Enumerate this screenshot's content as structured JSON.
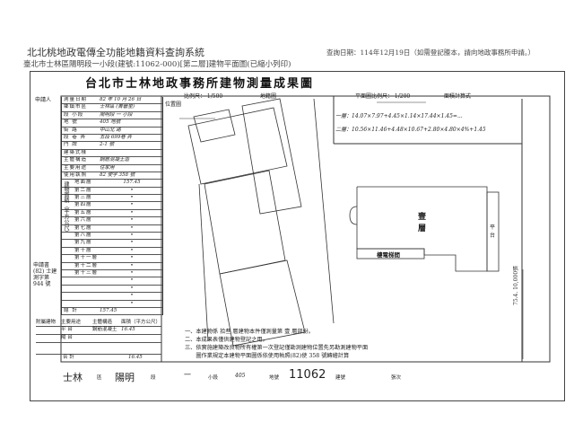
{
  "header": {
    "system_title": "北北桃地政電傳全功能地籍資料查詢系統",
    "subtitle": "臺北市士林區陽明段一小段(建號:11062-000)[第二層]建物平面圖(已縮小列印)",
    "query_date": "查詢日期：114年12月19日（如需登記謄本，請向地政事務所申請。）"
  },
  "document": {
    "title": "台北市士林地政事務所建物測量成果圖",
    "applicant_label": "申請人",
    "location_map_label": "位置圖",
    "location_scale": "比例尺： 1/500",
    "parcel_map_label": "地籍圖",
    "floor_plan_scale": "平面圖比例尺： 1/200",
    "area_calc_label": "面積計算式",
    "formula_1": "一層：14.07×7.97+4.45×1.14×17.44×1.45=...",
    "formula_2": "二層：10.56×11.46+4.48×10.67+2.80×4.80×4%+1.45",
    "table": [
      {
        "k": "測量日期",
        "v": "82 年 10 月 26 日"
      },
      {
        "k": "鄉鎮市區",
        "v": "士林區 (菁礐里)"
      },
      {
        "k": "段 小段",
        "v": "陽明段 一 小段"
      },
      {
        "k": "地 號",
        "v": "405 地號"
      },
      {
        "k": "街 路",
        "v": "中山北 路"
      },
      {
        "k": "段 巷 弄",
        "v": "五段 699巷 弄"
      },
      {
        "k": "門 牌",
        "v": "2-1 號"
      },
      {
        "k": "建築式樣",
        "v": ""
      },
      {
        "k": "主體構造",
        "v": "鋼筋混凝土造"
      },
      {
        "k": "主要用途",
        "v": "住家用"
      },
      {
        "k": "使用執照",
        "v": "82 使字 358 號"
      }
    ],
    "floors": [
      "地面層",
      "第二層",
      "第三層",
      "第四層",
      "第五層",
      "第六層",
      "第七層",
      "第八層",
      "第九層",
      "第十層",
      "第十一層",
      "第十二層",
      "第十三層",
      "",
      "",
      "",
      ""
    ],
    "floor_values": [
      "157.45",
      "•",
      "•",
      "•",
      "•",
      "•",
      "•",
      "•",
      "•",
      "•",
      "•",
      "•",
      "•",
      "•",
      "•",
      "•",
      "•"
    ],
    "area_unit_label": "建物面積（平方公尺）",
    "total_label": "總 計",
    "total_value": "157.45",
    "application_no": "申請書 (82) 士建測字第 944 號",
    "annex": {
      "section_label": "附屬建物",
      "headers": [
        "主要用途",
        "主體構造",
        "面積（平方公尺）"
      ],
      "rows": [
        [
          "平 台",
          "鋼筋混凝土",
          "16.45"
        ],
        [
          "陽 台",
          "",
          ""
        ]
      ],
      "total_label": "合 計",
      "total_value": "16.45"
    },
    "plan_labels": {
      "floor": "壹層",
      "elevator": "樓電梯間",
      "platform": "平台"
    },
    "notes": [
      "一、本建物係 拾叁 層建物本件僅測量第 壹 層部份。",
      "二、本成果表僅供建物登記之用。",
      "三、依實施建築改良物所有權第一次登記僅勘測建物位置先另勘測建物平面",
      "　　圖作業規定本建物平面圖係依使用執照(82)使 358 號轉繪計算"
    ],
    "side_mark": "75.4. 10,000張",
    "footer": {
      "district": "士林",
      "district_suffix": "區",
      "section": "陽明",
      "section_suffix": "段",
      "subsection": "一",
      "subsection_suffix": "小段",
      "parcel": "405",
      "parcel_suffix": "地號",
      "building_no": "11062",
      "building_suffix": "建號",
      "sheet_label": "張次"
    }
  }
}
